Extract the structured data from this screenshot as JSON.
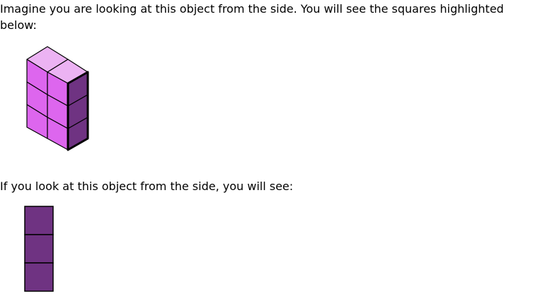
{
  "instruction_text": "Imagine you are looking at this object from the side. You will see the squares highlighted below:",
  "question_text": "If you look at this object from the side, you will see:",
  "colors": {
    "front_face": "#dd66ee",
    "top_face": "#ecb3f3",
    "side_face": "#6f3382",
    "outline": "#000000"
  },
  "object": {
    "columns_front": 2,
    "stack_height": 3,
    "depth": 1
  },
  "side_view": {
    "squares": 3,
    "fill": "#6f3382"
  }
}
